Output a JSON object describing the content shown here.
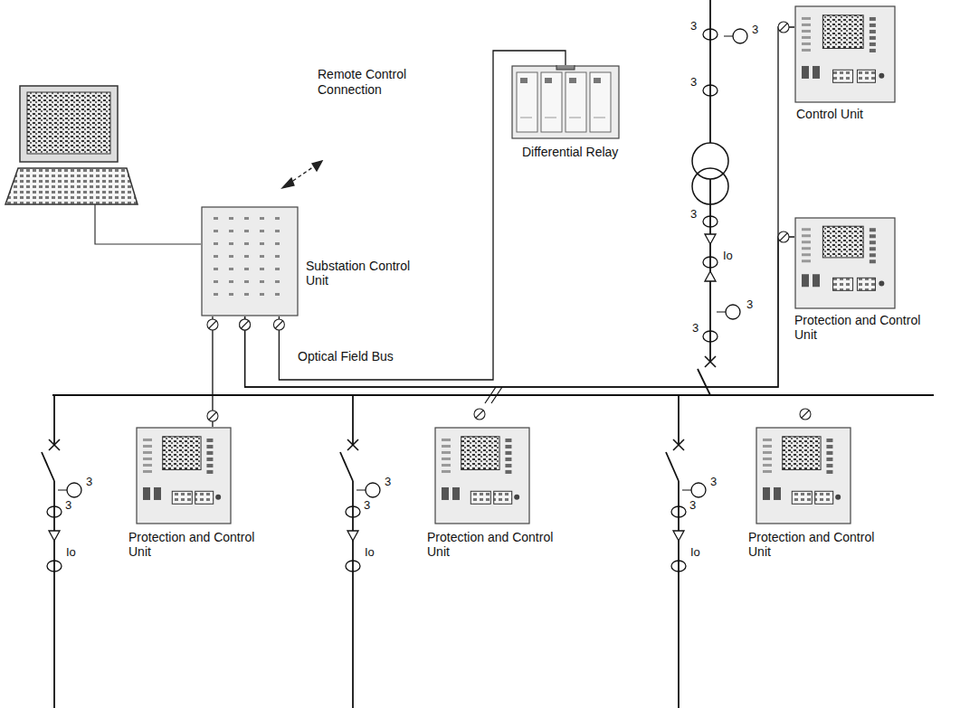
{
  "diagram": {
    "nodes": [
      {
        "text": [
          "Substation Control Unit"
        ]
      },
      {
        "text": [
          "Differential Relay"
        ]
      },
      {
        "text": [
          "Control Unit"
        ]
      },
      {
        "text": [
          "Protection and Control Unit"
        ]
      },
      {
        "text": [
          "Protection and Control Unit"
        ]
      },
      {
        "text": [
          "Protection and Control Unit"
        ]
      },
      {
        "text": [
          "Protection and Control Unit"
        ]
      }
    ],
    "edges": [
      {
        "from": 0,
        "to": 1,
        "arrow": "none"
      },
      {
        "from": 0,
        "to": 2,
        "arrow": "none"
      },
      {
        "from": 0,
        "to": 3,
        "arrow": "none"
      },
      {
        "from": 0,
        "to": 4,
        "arrow": "none"
      }
    ],
    "labels": [
      "Remote Control Connection",
      "Optical Field Bus",
      "3",
      "3",
      "3",
      "3",
      "Io",
      "3",
      "3",
      "3",
      "3",
      "Io",
      "3",
      "3",
      "Io",
      "3",
      "3",
      "Io"
    ]
  }
}
